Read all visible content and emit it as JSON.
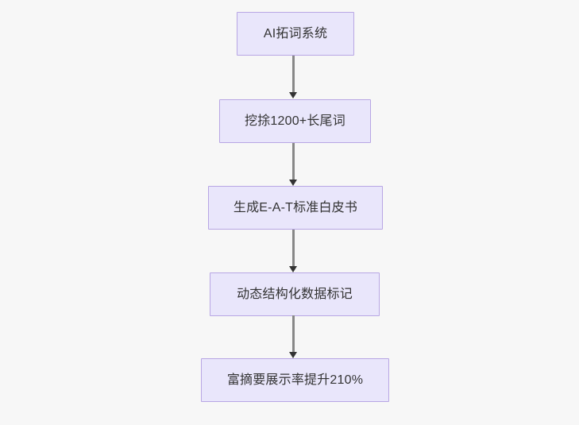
{
  "diagram": {
    "type": "flowchart",
    "orientation": "top-to-bottom",
    "background_color": "#f7f7f7",
    "node_fill_color": "#e9e6fb",
    "node_border_color": "#b8a6e4",
    "node_text_color": "#333333",
    "edge_line_color": "#888888",
    "edge_arrow_color": "#333333",
    "nodes": [
      {
        "id": "n1",
        "label": "AI拓词系统"
      },
      {
        "id": "n2",
        "label": "挖捈1200+长尾词"
      },
      {
        "id": "n3",
        "label": "生成E-A-T标准白皮书"
      },
      {
        "id": "n4",
        "label": "动态结构化数据标记"
      },
      {
        "id": "n5",
        "label": "富摘要展示率提升210%"
      }
    ],
    "edges": [
      {
        "id": "e1",
        "from": "n1",
        "to": "n2",
        "label": ""
      },
      {
        "id": "e2",
        "from": "n2",
        "to": "n3",
        "label": ""
      },
      {
        "id": "e3",
        "from": "n3",
        "to": "n4",
        "label": ""
      },
      {
        "id": "e4",
        "from": "n4",
        "to": "n5",
        "label": ""
      }
    ]
  }
}
